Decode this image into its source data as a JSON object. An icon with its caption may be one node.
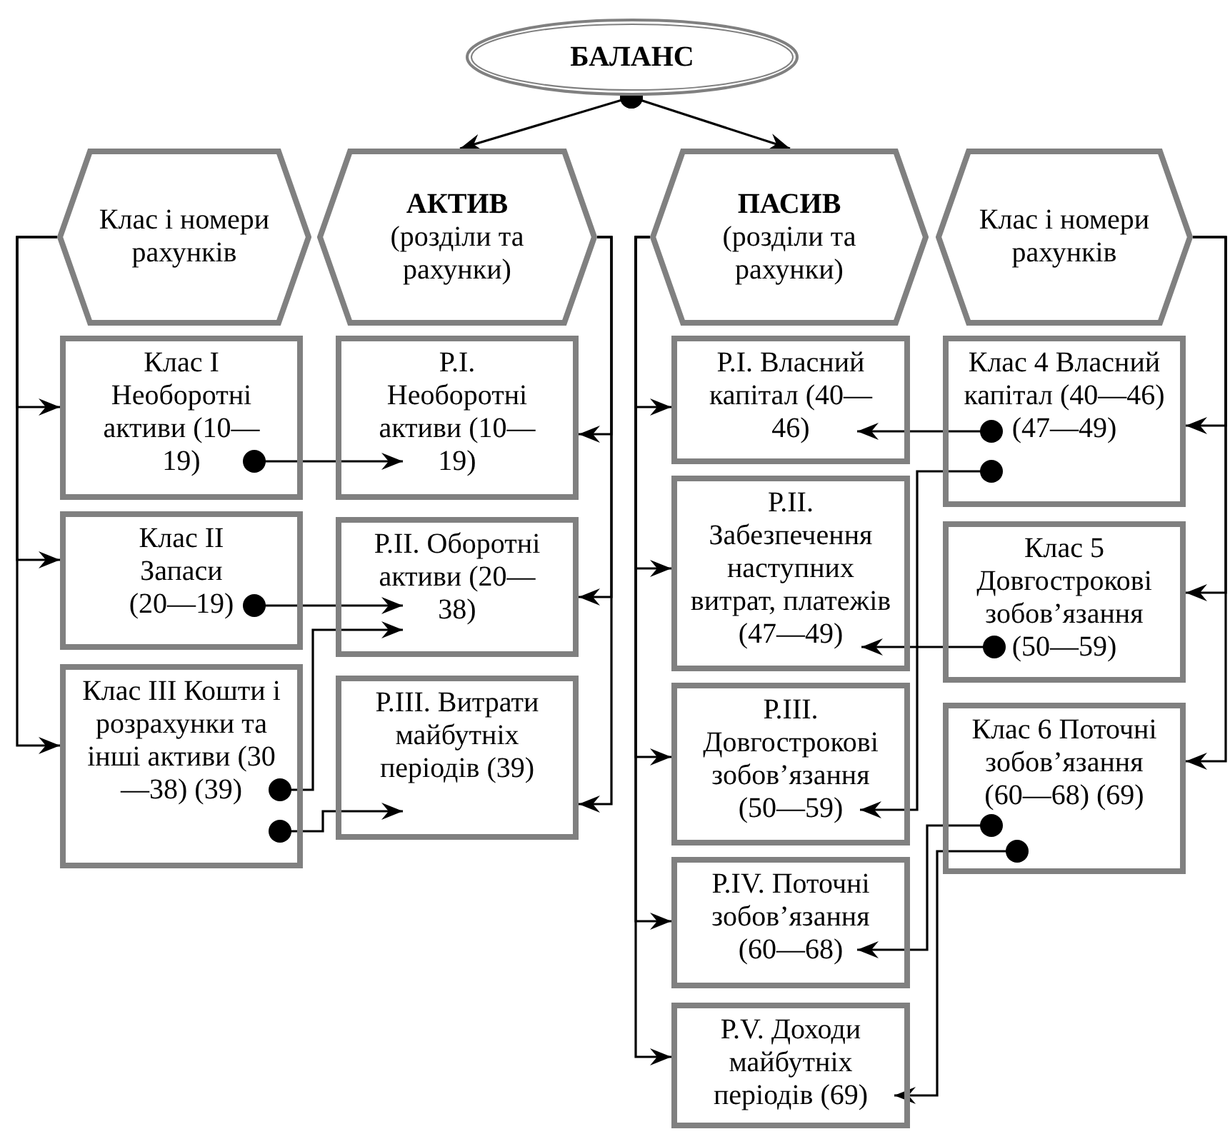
{
  "diagram": {
    "nodes": [
      {
        "text": [
          "БАЛАНС"
        ]
      },
      {
        "text": [
          "Клас і номери рахунків"
        ]
      },
      {
        "text": [
          "АКТИВ",
          "(розділи та рахунки)"
        ]
      },
      {
        "text": [
          "ПАСИВ",
          "(розділи та рахунки)"
        ]
      },
      {
        "text": [
          "Клас і номери рахунків"
        ]
      },
      {
        "text": [
          "Клас I Необоротні активи (10—19)"
        ]
      },
      {
        "text": [
          "Клас II Запаси (20—19)"
        ]
      },
      {
        "text": [
          "Клас III Кошти і розрахунки та інші активи (30—38) (39)"
        ]
      },
      {
        "text": [
          "Р.I. Необоротні активи (10—19)"
        ]
      },
      {
        "text": [
          "Р.II. Оборотні активи (20—38)"
        ]
      },
      {
        "text": [
          "Р.III. Витрати майбутніх періодів (39)"
        ]
      },
      {
        "text": [
          "Р.I. Власний капітал (40—46)"
        ]
      },
      {
        "text": [
          "Р.II. Забезпечення наступних витрат, платежів (47—49)"
        ]
      },
      {
        "text": [
          "Р.III. Довгострокові зобов’язання (50—59)"
        ]
      },
      {
        "text": [
          "Р.IV. Поточні зобов’язання (60—68)"
        ]
      },
      {
        "text": [
          "Р.V. Доходи майбутніх періодів (69)"
        ]
      },
      {
        "text": [
          "Клас 4 Власний капітал (40—46) (47—49)"
        ]
      },
      {
        "text": [
          "Клас 5 Довгострокові зобов’язання (50—59)"
        ]
      },
      {
        "text": [
          "Клас 6 Поточні зобов’язання (60—68) (69)"
        ]
      }
    ],
    "edges": [
      {
        "from": 0,
        "to": 2,
        "arrow": "to"
      },
      {
        "from": 0,
        "to": 3,
        "arrow": "to"
      },
      {
        "from": 1,
        "to": 5,
        "arrow": "to"
      },
      {
        "from": 1,
        "to": 6,
        "arrow": "to"
      },
      {
        "from": 1,
        "to": 7,
        "arrow": "to"
      },
      {
        "from": 2,
        "to": 8,
        "arrow": "to"
      },
      {
        "from": 2,
        "to": 9,
        "arrow": "to"
      },
      {
        "from": 2,
        "to": 10,
        "arrow": "to"
      },
      {
        "from": 3,
        "to": 11,
        "arrow": "to"
      },
      {
        "from": 3,
        "to": 12,
        "arrow": "to"
      },
      {
        "from": 3,
        "to": 13,
        "arrow": "to"
      },
      {
        "from": 3,
        "to": 14,
        "arrow": "to"
      },
      {
        "from": 3,
        "to": 15,
        "arrow": "to"
      },
      {
        "from": 4,
        "to": 16,
        "arrow": "to"
      },
      {
        "from": 4,
        "to": 17,
        "arrow": "to"
      },
      {
        "from": 4,
        "to": 18,
        "arrow": "to"
      },
      {
        "from": 5,
        "to": 8,
        "arrow": "to"
      },
      {
        "from": 6,
        "to": 9,
        "arrow": "to"
      },
      {
        "from": 7,
        "to": 9,
        "arrow": "to"
      },
      {
        "from": 7,
        "to": 10,
        "arrow": "to"
      },
      {
        "from": 16,
        "to": 11,
        "arrow": "to"
      },
      {
        "from": 16,
        "to": 13,
        "arrow": "to"
      },
      {
        "from": 17,
        "to": 12,
        "arrow": "to"
      },
      {
        "from": 18,
        "to": 14,
        "arrow": "to"
      },
      {
        "from": 18,
        "to": 15,
        "arrow": "to"
      }
    ]
  }
}
